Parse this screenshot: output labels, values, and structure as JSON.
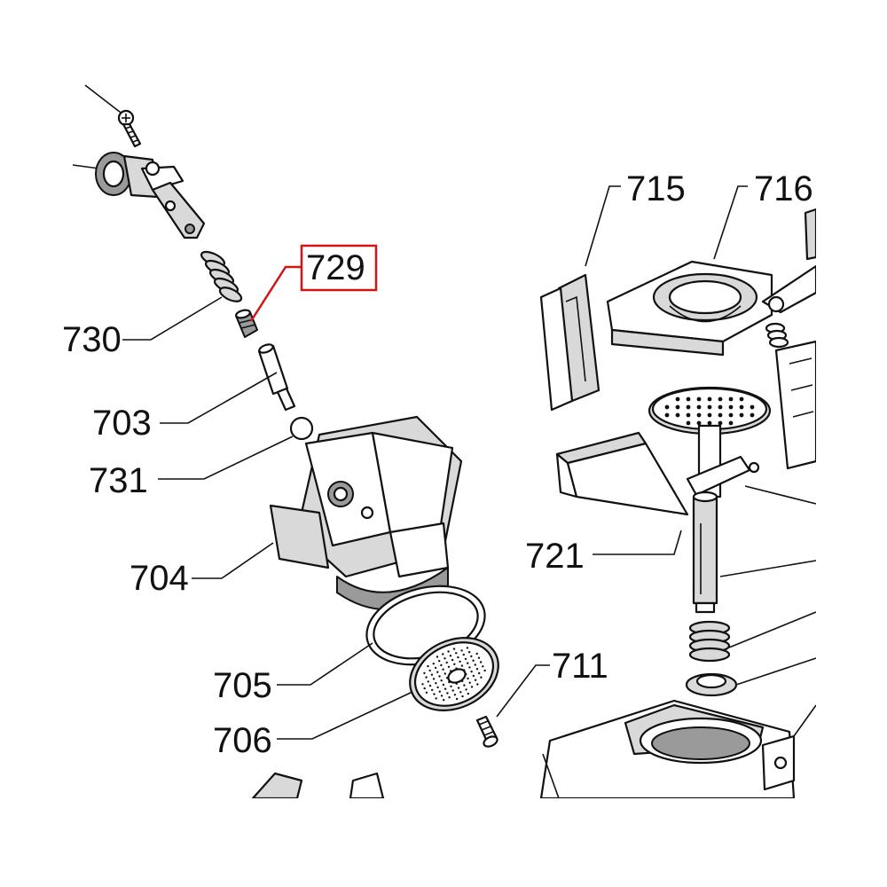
{
  "diagram": {
    "highlight_color": "#d01515",
    "callouts": [
      {
        "id": "729",
        "label": "729",
        "highlighted": true
      },
      {
        "id": "730",
        "label": "730"
      },
      {
        "id": "703",
        "label": "703"
      },
      {
        "id": "731",
        "label": "731"
      },
      {
        "id": "704",
        "label": "704"
      },
      {
        "id": "705",
        "label": "705"
      },
      {
        "id": "706",
        "label": "706"
      },
      {
        "id": "711",
        "label": "711"
      },
      {
        "id": "715",
        "label": "715"
      },
      {
        "id": "716",
        "label": "716"
      },
      {
        "id": "721",
        "label": "721"
      }
    ]
  }
}
